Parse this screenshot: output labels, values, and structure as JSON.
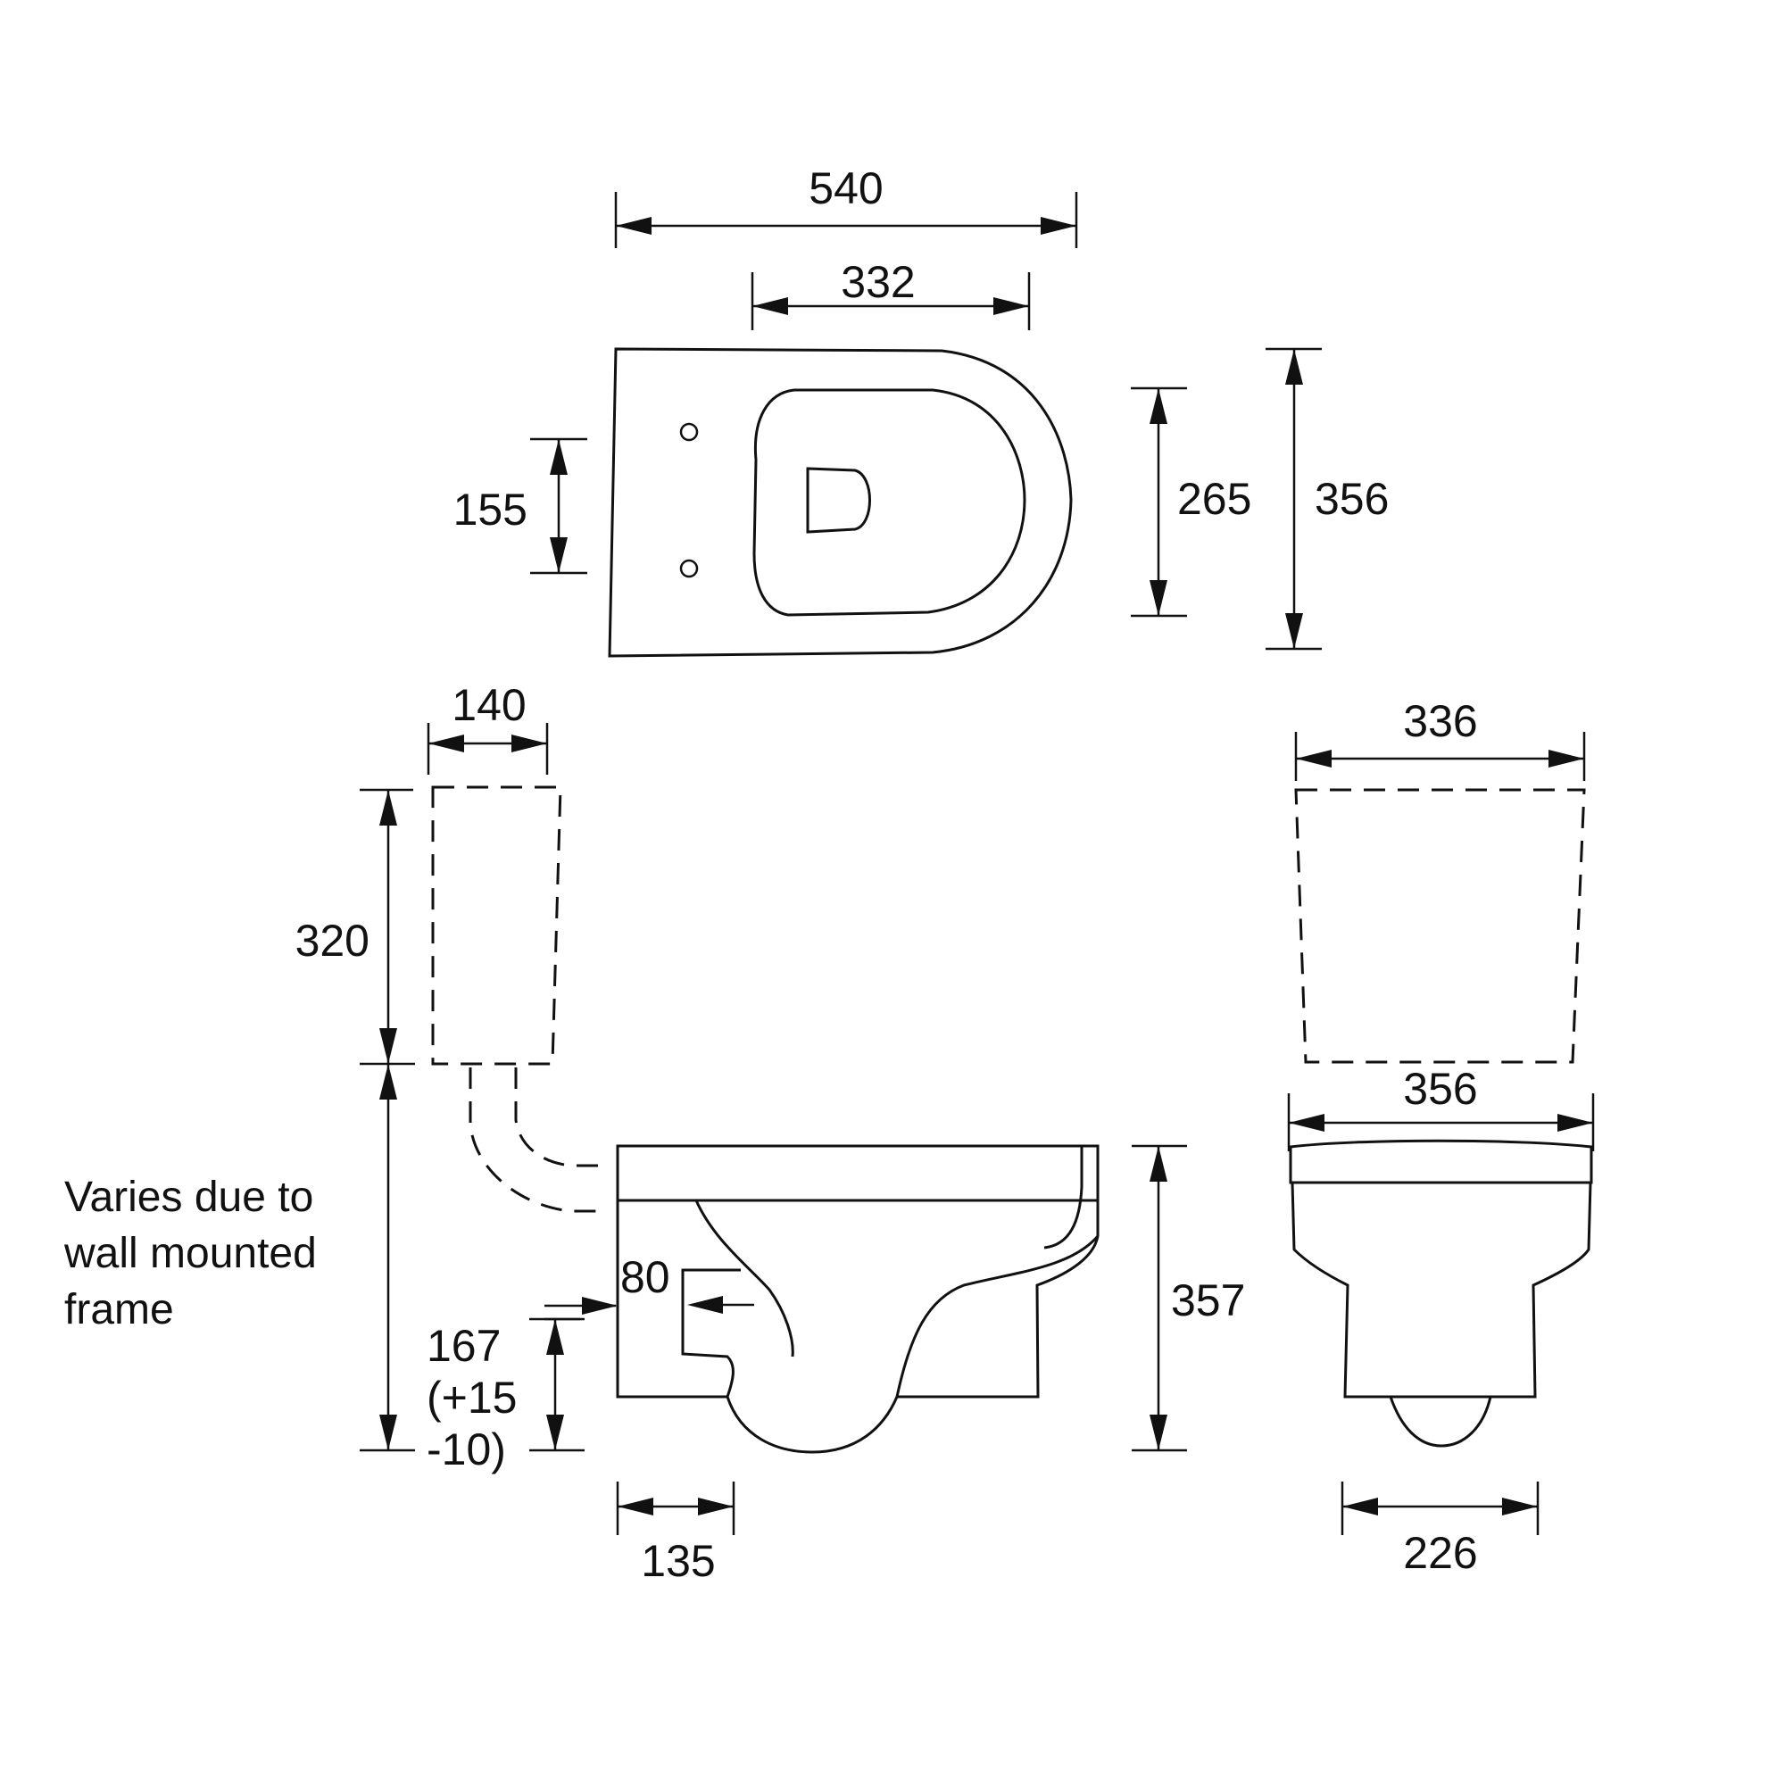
{
  "plan_view": {
    "overall_length": "540",
    "bowl_length": "332",
    "fixing_centres": "155",
    "bowl_width": "265",
    "overall_width": "356"
  },
  "side_view": {
    "cistern_depth": "140",
    "cistern_height": "320",
    "frame_note": [
      "Varies due to",
      "wall mounted",
      "frame"
    ],
    "inlet_height_lines": [
      "167",
      "(+15",
      "-10)"
    ],
    "inlet_diameter": "80",
    "waste_offset": "135",
    "pan_height": "357"
  },
  "front_view": {
    "cistern_width": "336",
    "seat_width": "356",
    "base_width": "226"
  }
}
